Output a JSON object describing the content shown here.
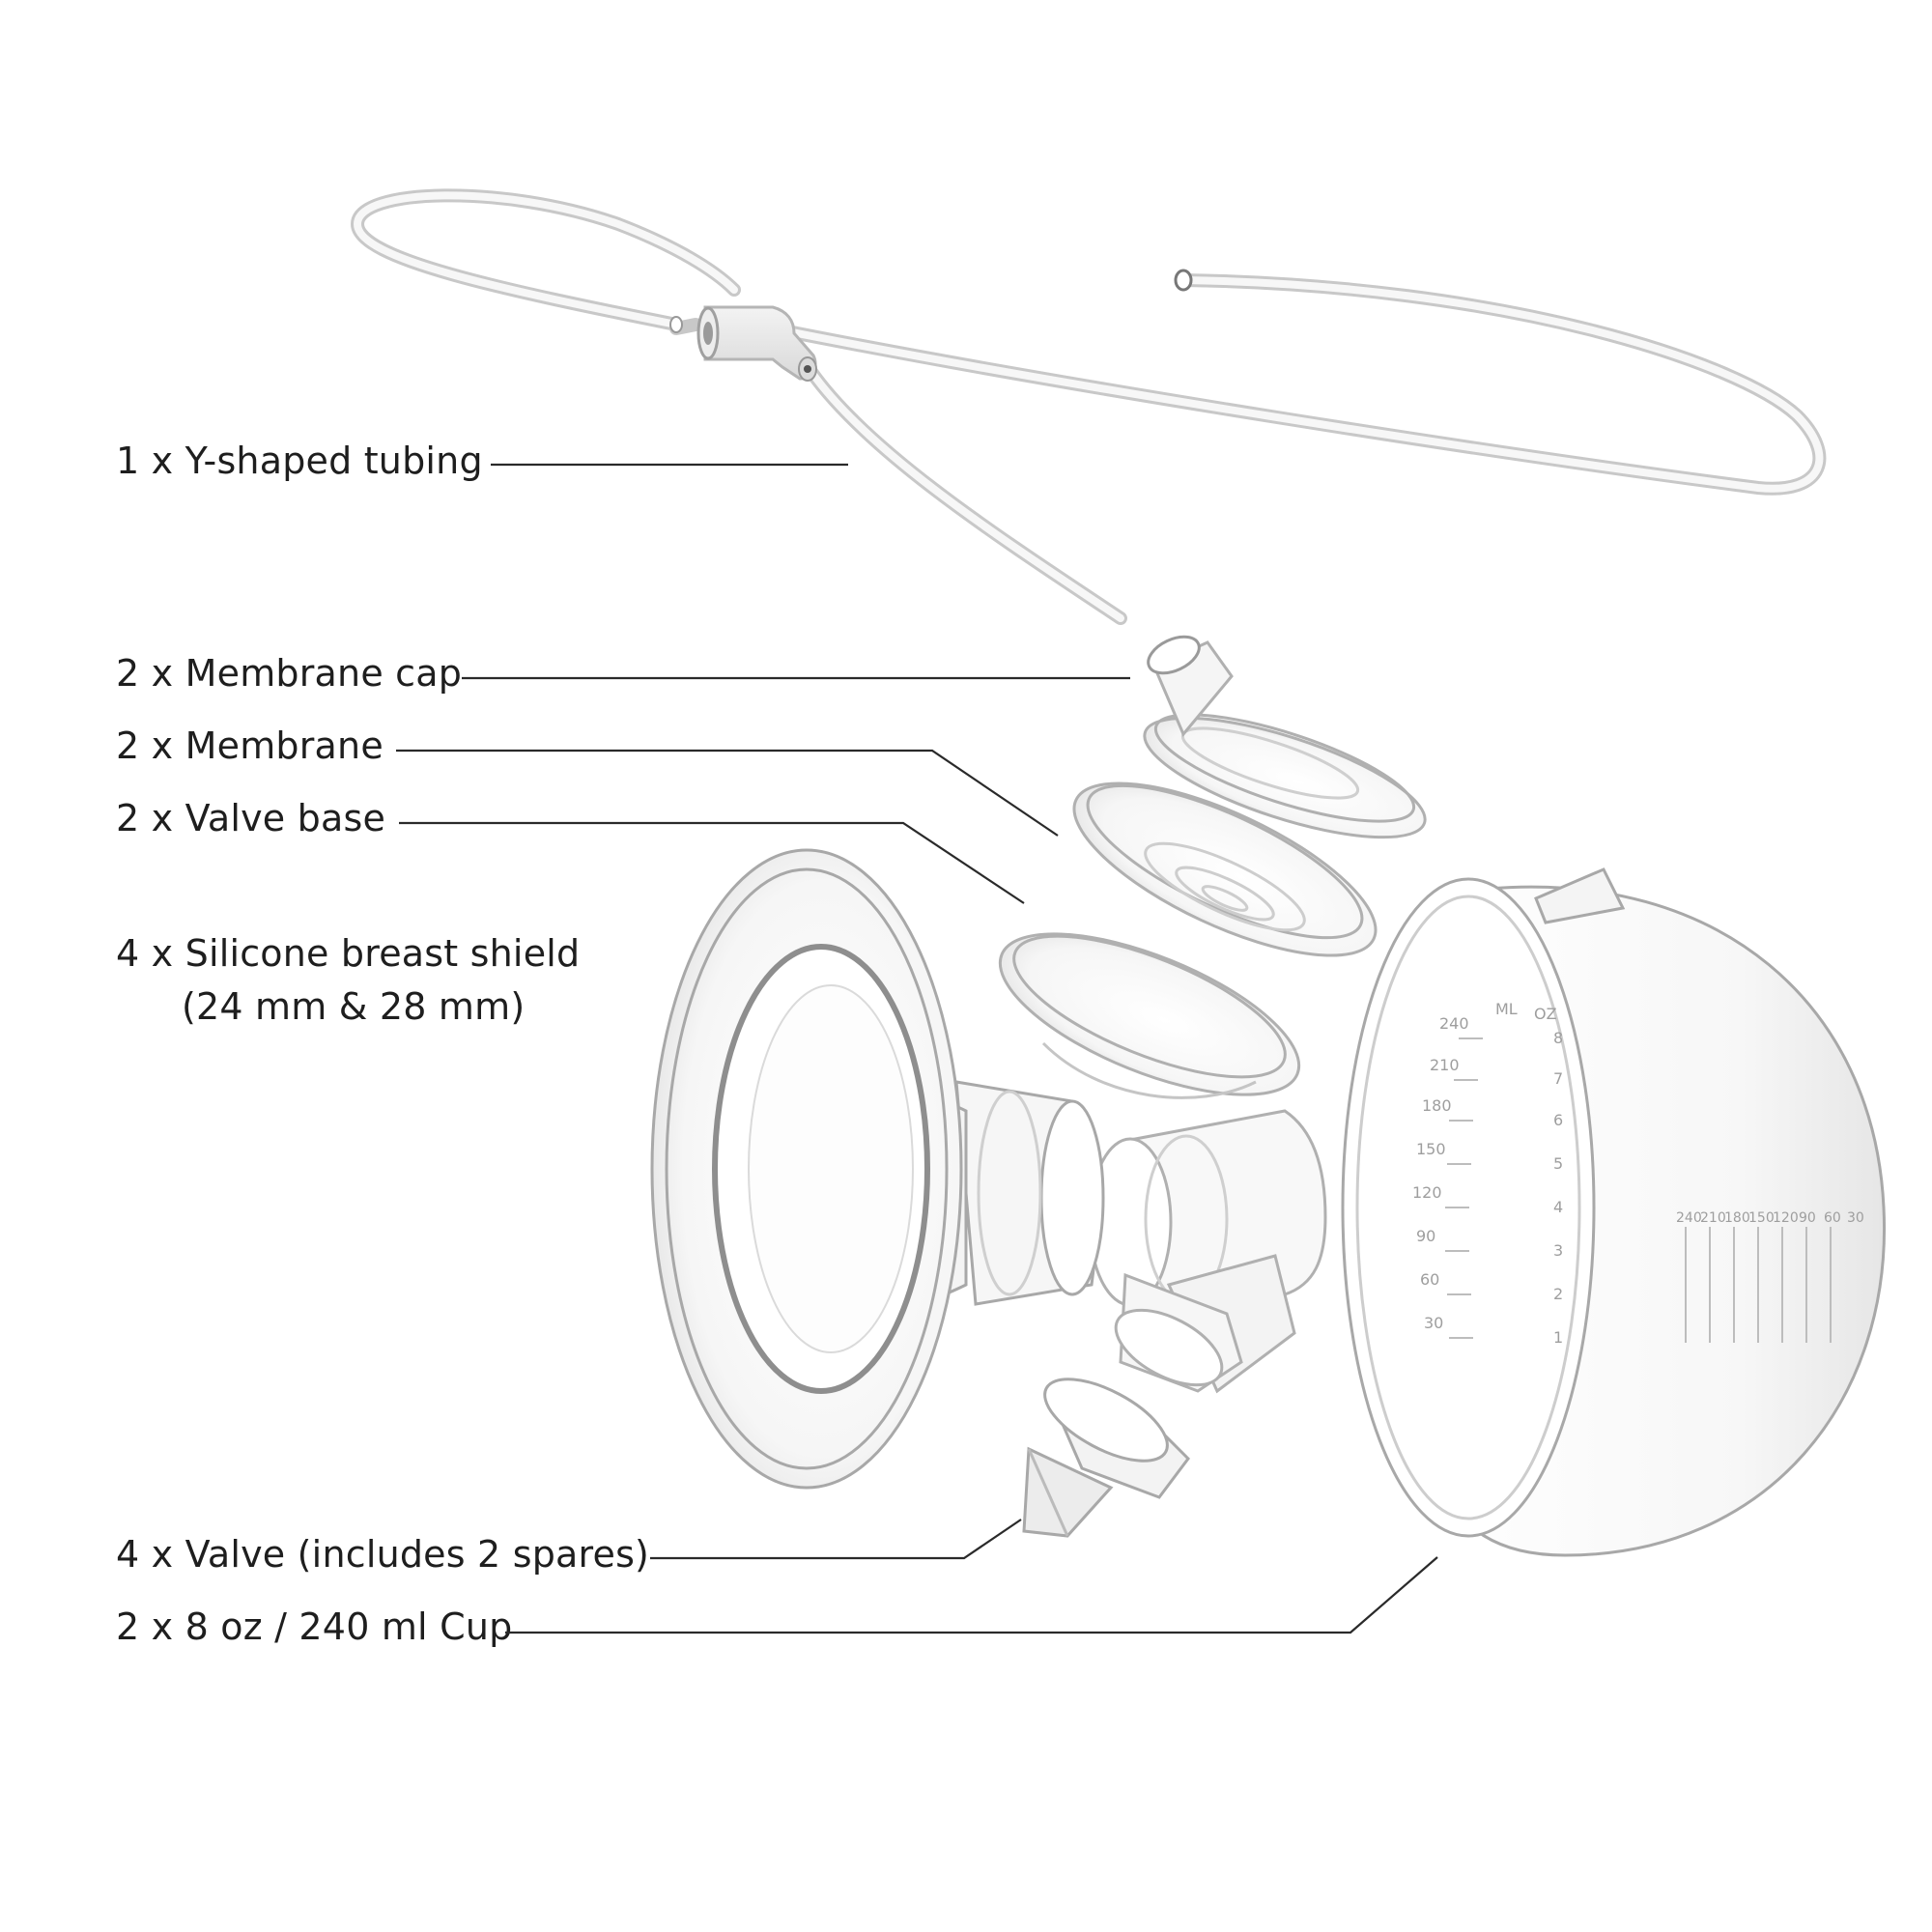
{
  "labels": {
    "tubing": "1 x Y-shaped tubing",
    "membrane_cap": "2 x Membrane cap",
    "membrane": "2 x Membrane",
    "valve_base": "2 x Valve base",
    "breast_shield_line1": "4 x Silicone breast shield",
    "breast_shield_line2": "(24 mm & 28 mm)",
    "valve": "4 x Valve (includes 2 spares)",
    "cup": "2 x 8 oz / 240 ml Cup"
  },
  "cup_markings": {
    "ml_left": [
      "240",
      "210",
      "180",
      "150",
      "120",
      "90",
      "60",
      "30"
    ],
    "oz_left": [
      "8",
      "7",
      "6",
      "5",
      "4",
      "3",
      "2",
      "1"
    ],
    "ml_bottom": [
      "240",
      "210",
      "180",
      "150",
      "120",
      "90",
      "60",
      "30"
    ],
    "unit_ml": "ML",
    "unit_oz": "OZ"
  },
  "colors": {
    "text": "#1e1e1e",
    "leader": "#2a2a2a",
    "plastic": "#bdbdbd"
  }
}
